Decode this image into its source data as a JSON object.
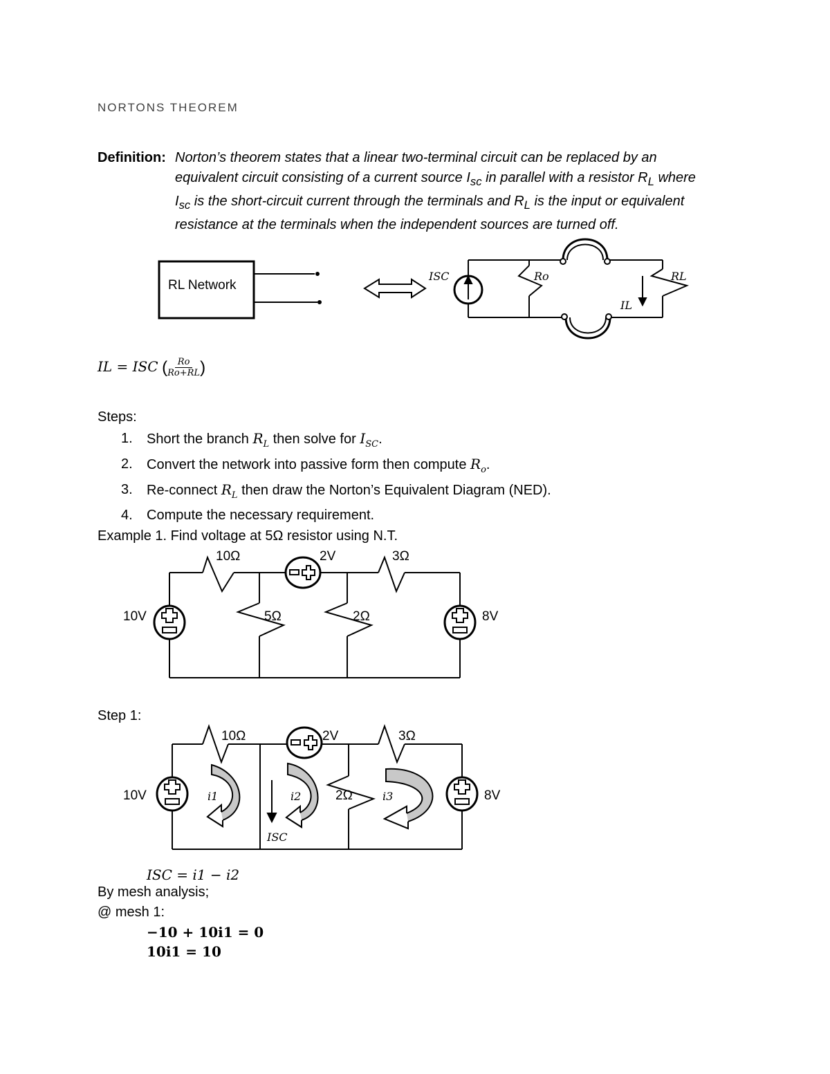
{
  "title": "NORTONS THEOREM",
  "definition": {
    "label": "Definition:",
    "line1": "Norton’s theorem states that a linear two-terminal circuit can be replaced by an",
    "line2": "equivalent circuit consisting of a current source I",
    "line2_sub": "sc",
    "line2_rest": " in parallel with a resistor R",
    "line2_sub2": "L",
    "line2_end": " where",
    "line3": "I",
    "line3_sub": "sc",
    "line3_rest": " is the short-circuit current through the terminals and R",
    "line3_sub2": "L",
    "line3_end": " is the input or equivalent",
    "line4": "resistance at the terminals when the independent sources are turned off."
  },
  "diagram1": {
    "box_label": "RL Network",
    "isc": "ISC",
    "ro": "Ro",
    "rl": "RL",
    "il": "IL"
  },
  "formula": {
    "lhs": "IL = ISC",
    "num": "Ro",
    "den": "Ro+RL"
  },
  "steps": {
    "heading": "Steps:",
    "items": [
      {
        "n": "1.",
        "a": "Short the branch ",
        "m": "R_L",
        "b": " then solve for ",
        "m2": "I_SC",
        "c": "."
      },
      {
        "n": "2.",
        "a": "Convert the network into passive form then compute ",
        "m": "R_o",
        "b": ".",
        "m2": "",
        "c": ""
      },
      {
        "n": "3.",
        "a": "Re-connect ",
        "m": "R_L",
        "b": " then draw the Norton’s Equivalent Diagram (NED).",
        "m2": "",
        "c": ""
      },
      {
        "n": "4.",
        "a": "Compute the necessary requirement.",
        "m": "",
        "b": "",
        "m2": "",
        "c": ""
      }
    ]
  },
  "example1": {
    "heading": "Example 1. Find voltage at 5Ω resistor using N.T.",
    "r1": "10Ω",
    "v2": "2V",
    "r3": "3Ω",
    "v10": "10V",
    "r5": "5Ω",
    "r2": "2Ω",
    "v8": "8V"
  },
  "step1": {
    "heading": "Step 1:",
    "r1": "10Ω",
    "v2": "2V",
    "r3": "3Ω",
    "v10": "10V",
    "r2": "2Ω",
    "v8": "8V",
    "i1": "i1",
    "i2": "i2",
    "i3": "i3",
    "isc": "ISC"
  },
  "equations": {
    "isc_eq": "ISC = i1 − i2",
    "mesh_intro": "By mesh analysis;",
    "mesh1": "@ mesh 1:",
    "eq1": "−10 + 10i1 = 0",
    "eq2": "10i1 = 10"
  }
}
